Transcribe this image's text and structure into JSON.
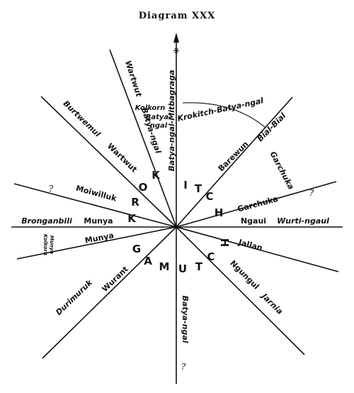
{
  "diagram": {
    "title": "Diagram XXX",
    "star_symbol": "⚹",
    "moiety_krokitch": [
      "K",
      "R",
      "O",
      "K",
      "I",
      "T",
      "C",
      "H"
    ],
    "moiety_gamutch": [
      "G",
      "A",
      "M",
      "U",
      "T",
      "C",
      "H"
    ],
    "labels": {
      "wartwut_top": "Wartwut",
      "batya_ngal_upper": "Batya-ngal",
      "kolkorn_batya_ngal": [
        "Kolkorn",
        "Batya-",
        "ngal"
      ],
      "batya_ngal_mitbagraga": "Batya-ngal-Mitbagraga",
      "krokitch_batya_ngal": "Krokitch-Batya-ngal",
      "burtwemul": "Burtwemul",
      "wartwut_mid": "Wartwut",
      "barewun": "Barewun",
      "bial_bial": "Bial-Bial",
      "garchuka_upper": "Garchuka",
      "moiwilluk": "Moiwilluk",
      "garchuka_mid": "Garchuka",
      "bronganbili": "Bronganbili",
      "munya_upper": "Munya",
      "ngaui": "Ngaui",
      "wurti_ngaul": "Wurti-ngaul",
      "munya_lower": "Munya",
      "kolkorn_munya": [
        "Kolkorn",
        "Munya"
      ],
      "jallan": "Jallan",
      "durimuruk": "Durimuruk",
      "wurant": "Wurant",
      "ngungul": "Ngungul",
      "jarnia": "Jarnia",
      "batya_ngal_bottom": "Batya-ngal",
      "question_mark": "?"
    }
  }
}
